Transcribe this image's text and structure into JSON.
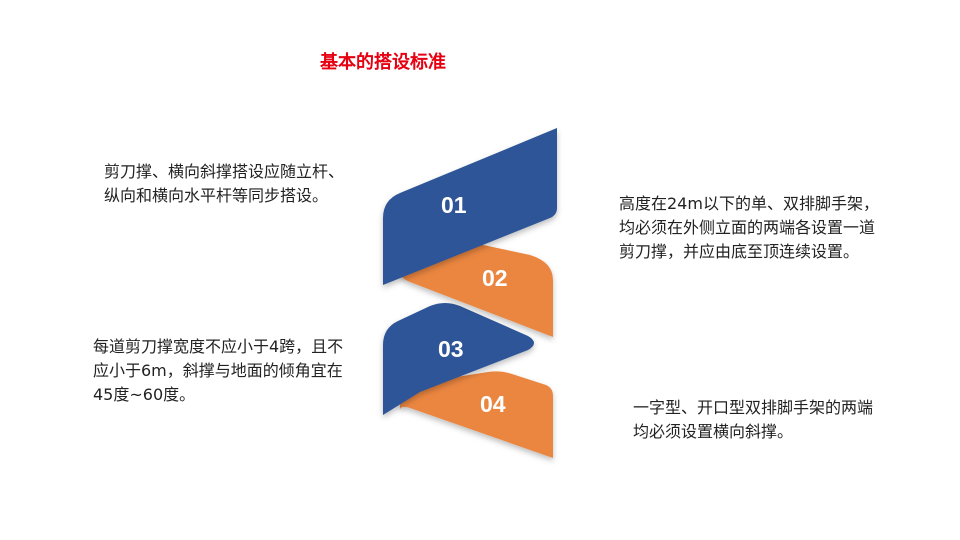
{
  "title": "基本的搭设标准",
  "colors": {
    "title": "#e60012",
    "blue": "#2e5597",
    "orange": "#eb8640",
    "text": "#222222"
  },
  "steps": [
    {
      "number": "01",
      "color": "blue"
    },
    {
      "number": "02",
      "color": "orange"
    },
    {
      "number": "03",
      "color": "blue"
    },
    {
      "number": "04",
      "color": "orange"
    }
  ],
  "texts": {
    "left_top": "剪刀撑、横向斜撑搭设应随立杆、纵向和横向水平杆等同步搭设。",
    "left_bottom": "每道剪刀撑宽度不应小于4跨，且不应小于6m，斜撑与地面的倾角宜在45度~60度。",
    "right_top": "高度在24m以下的单、双排脚手架，均必须在外侧立面的两端各设置一道剪刀撑，并应由底至顶连续设置。",
    "right_bottom": "一字型、开口型双排脚手架的两端均必须设置横向斜撑。"
  }
}
